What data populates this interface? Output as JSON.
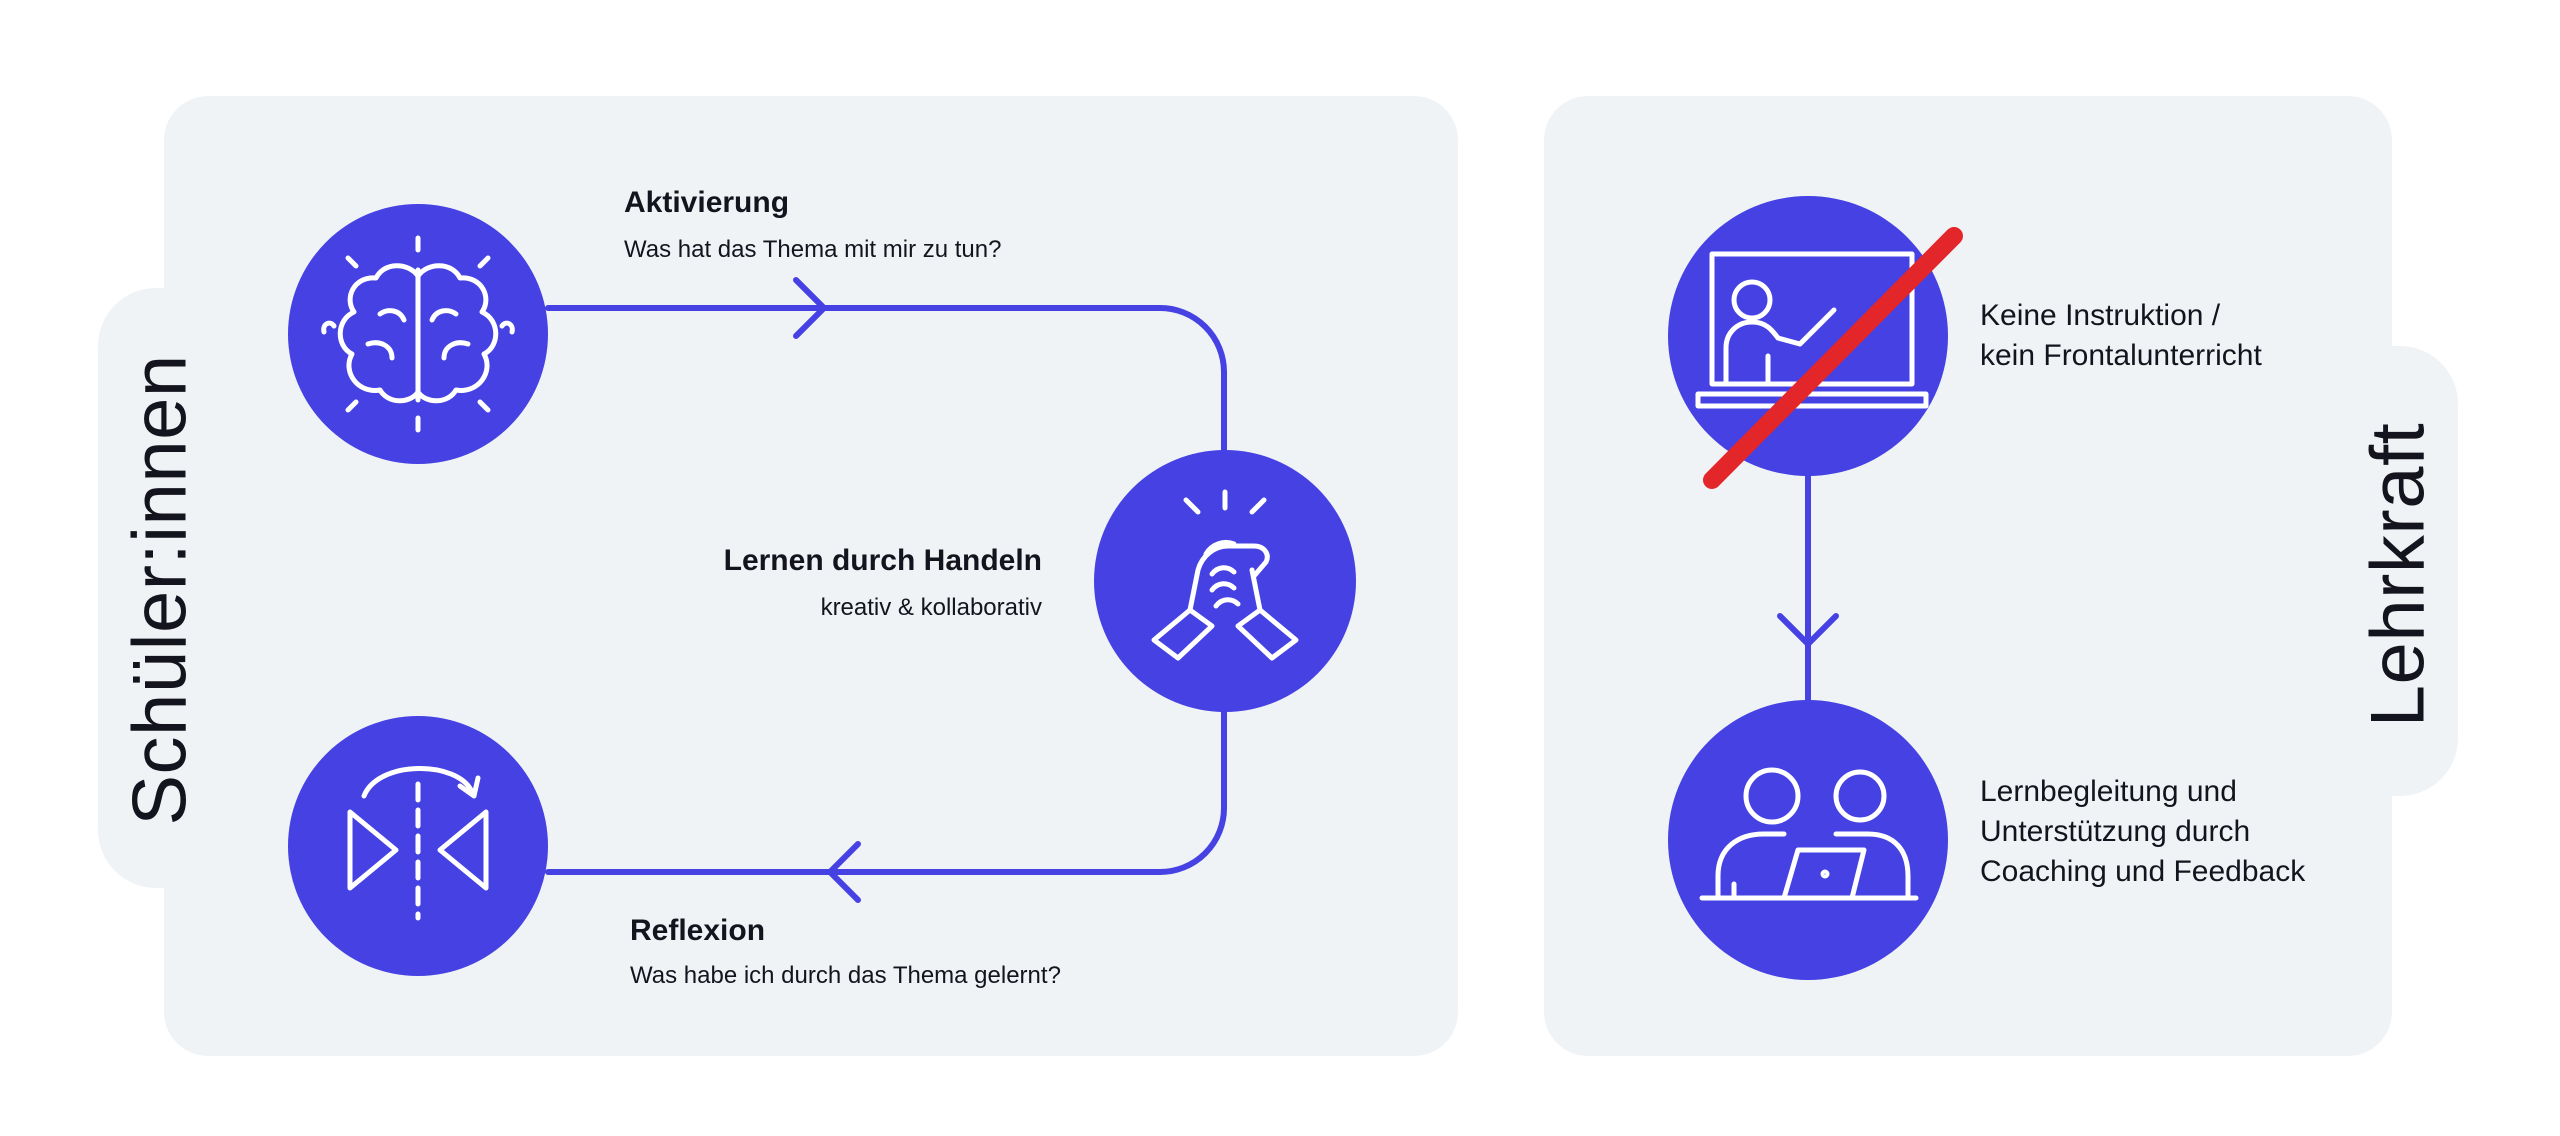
{
  "labels": {
    "left_side": "Schüler:innen",
    "right_side": "Lehrkraft"
  },
  "steps": {
    "activation": {
      "title": "Aktivierung",
      "subtitle": "Was hat das Thema mit mir zu tun?",
      "icon": "brain-icon"
    },
    "learning": {
      "title": "Lernen durch Handeln",
      "subtitle": "kreativ & kollaborativ",
      "icon": "handshake-icon"
    },
    "reflection": {
      "title": "Reflexion",
      "subtitle": "Was habe ich durch das Thema gelernt?",
      "icon": "mirror-flip-icon"
    }
  },
  "teacher": {
    "no_instruction": {
      "line1": "Keine Instruktion /",
      "line2": "kein Frontalunterricht",
      "icon": "teacher-whiteboard-crossed-icon"
    },
    "coaching": {
      "line1": "Lernbegleitung und",
      "line2": "Unterstützung durch",
      "line3": "Coaching und Feedback",
      "icon": "two-people-laptop-icon"
    }
  },
  "colors": {
    "accent": "#4541e3",
    "panel": "#f0f3f6",
    "strike": "#e3262a",
    "text": "#14141e"
  }
}
